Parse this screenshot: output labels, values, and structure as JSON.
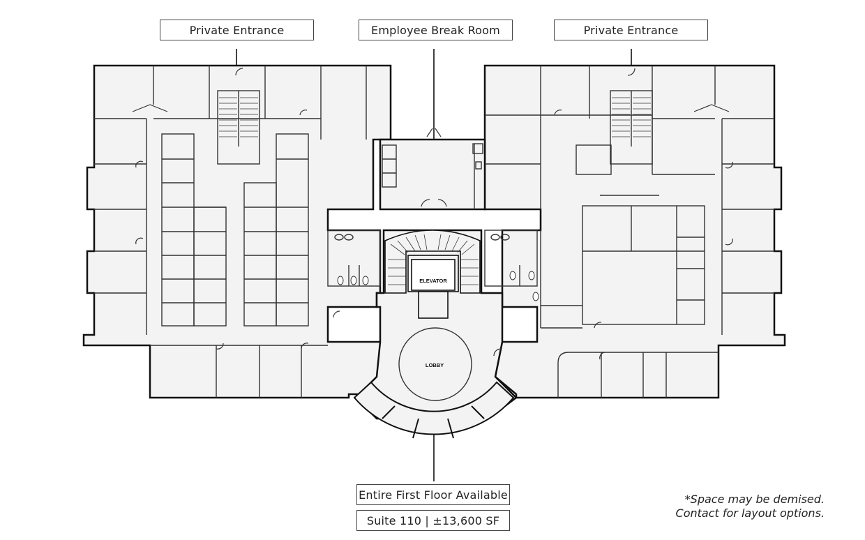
{
  "callouts": {
    "private_entrance_left": "Private Entrance",
    "employee_break_room": "Employee Break Room",
    "private_entrance_right": "Private Entrance",
    "floor_available": "Entire First Floor Available",
    "suite_info": "Suite 110 | ±13,600 SF"
  },
  "rooms": {
    "elevator": "ELEVATOR",
    "lobby": "LOBBY"
  },
  "note": {
    "line1": "*Space may be demised.",
    "line2": "Contact for layout options."
  },
  "colors": {
    "wall": "#111111",
    "interior": "#f3f3f3",
    "partition": "#333333"
  }
}
